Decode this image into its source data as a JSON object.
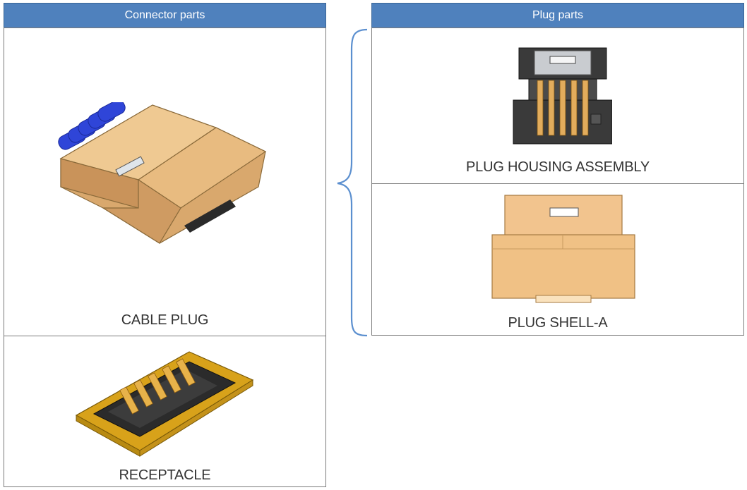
{
  "connector_parts": {
    "header": "Connector parts",
    "items": [
      {
        "label": "CABLE PLUG"
      },
      {
        "label": "RECEPTACLE"
      }
    ]
  },
  "plug_parts": {
    "header": "Plug parts",
    "items": [
      {
        "label": "PLUG HOUSING ASSEMBLY"
      },
      {
        "label": "PLUG SHELL-A"
      }
    ]
  },
  "colors": {
    "header_bg": "#4f81bd",
    "header_text": "#ffffff",
    "brace": "#5b8fcf",
    "shell_tan": "#e9bf85",
    "cable_blue": "#2f45d8",
    "gold": "#d8a21a"
  },
  "icons": [
    "cable-plug-illustration",
    "receptacle-illustration",
    "plug-housing-illustration",
    "plug-shell-illustration",
    "curly-brace-icon"
  ]
}
